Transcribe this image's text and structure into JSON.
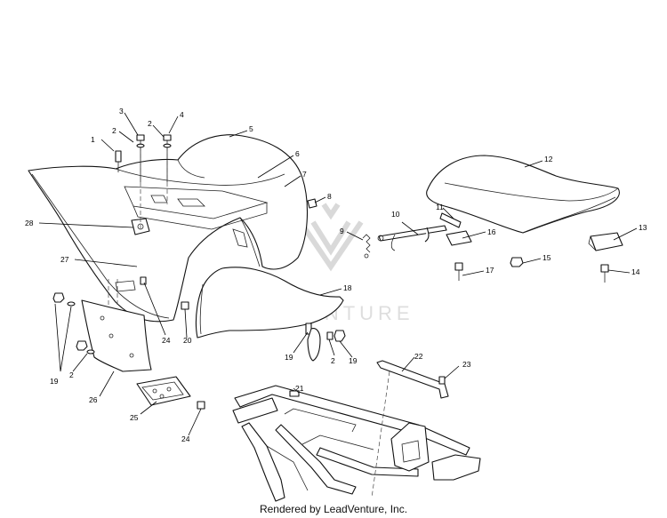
{
  "watermark": "LEADVENTURE",
  "footer": "Rendered by LeadVenture, Inc.",
  "callouts": [
    "1",
    "2",
    "3",
    "2",
    "4",
    "5",
    "6",
    "7",
    "8",
    "28",
    "27",
    "9",
    "10",
    "11",
    "12",
    "13",
    "16",
    "15",
    "14",
    "17",
    "18",
    "24",
    "20",
    "19",
    "2",
    "20",
    "2",
    "19",
    "26",
    "25",
    "24",
    "21",
    "22",
    "23"
  ]
}
